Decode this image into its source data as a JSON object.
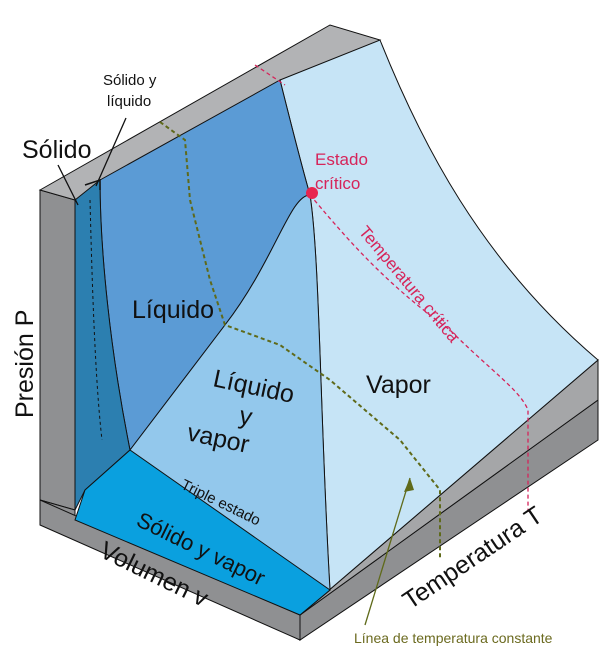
{
  "labels": {
    "solido": "Sólido",
    "solido_y_liquido_1": "Sólido y",
    "solido_y_liquido_2": "líquido",
    "estado_critico_1": "Estado",
    "estado_critico_2": "crítico",
    "temperatura_critica": "Temperatura crítica",
    "liquido": "Líquido",
    "liquido_y_vapor_1": "Líquido",
    "liquido_y_vapor_2": "y",
    "liquido_y_vapor_3": "vapor",
    "vapor": "Vapor",
    "triple_estado": "Triple estado",
    "solido_y_vapor": "Sólido y vapor",
    "presion_axis": "Presión  P",
    "volumen_axis": "Volumen  v",
    "temperatura_axis": "Temperatura  T",
    "linea_temperatura_constante": "Línea de temperatura constante"
  },
  "colors": {
    "box_side": "#8f9092",
    "box_top": "#b2b3b5",
    "box_dark": "#6d6e70",
    "liquid_region": "#5b9bd5",
    "liquid_vapor_region": "#93c8ec",
    "vapor_region": "#c6e4f6",
    "solid_vapor_region": "#0aa0df",
    "solid_region": "#2c7fb0",
    "critical": "#e8254f",
    "isotherm": "#5f6a1a"
  }
}
